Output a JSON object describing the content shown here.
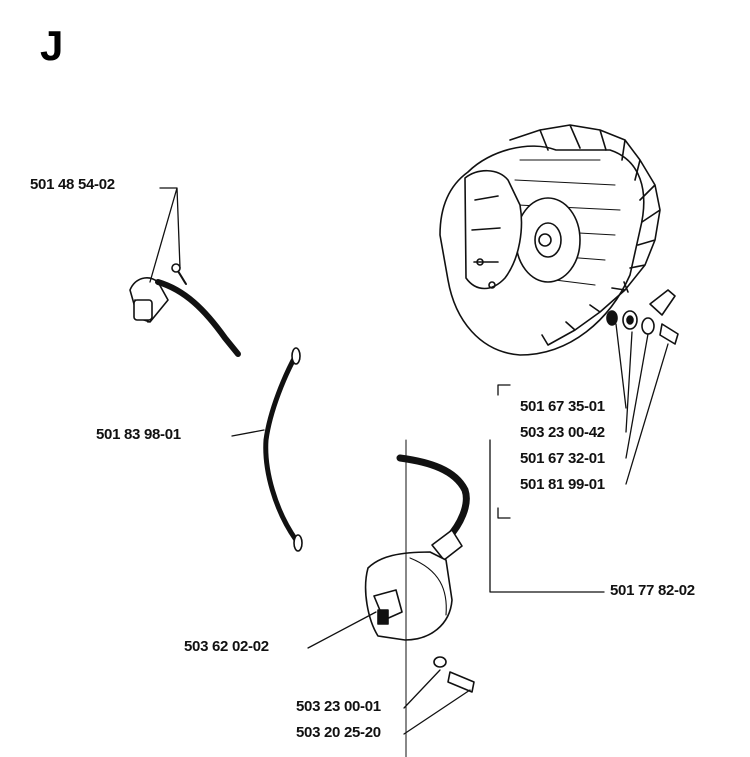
{
  "section": {
    "letter": "J"
  },
  "parts": {
    "p1": "501 48 54-02",
    "p2": "501 83 98-01",
    "p3": "501 67 35-01",
    "p4": "503 23 00-42",
    "p5": "501 67 32-01",
    "p6": "501 81 99-01",
    "p7": "501 77 82-02",
    "p8": "503 62 02-02",
    "p9": "503 23 00-01",
    "p10": "503 20 25-20"
  },
  "colors": {
    "ink": "#111111",
    "paper": "#ffffff"
  }
}
